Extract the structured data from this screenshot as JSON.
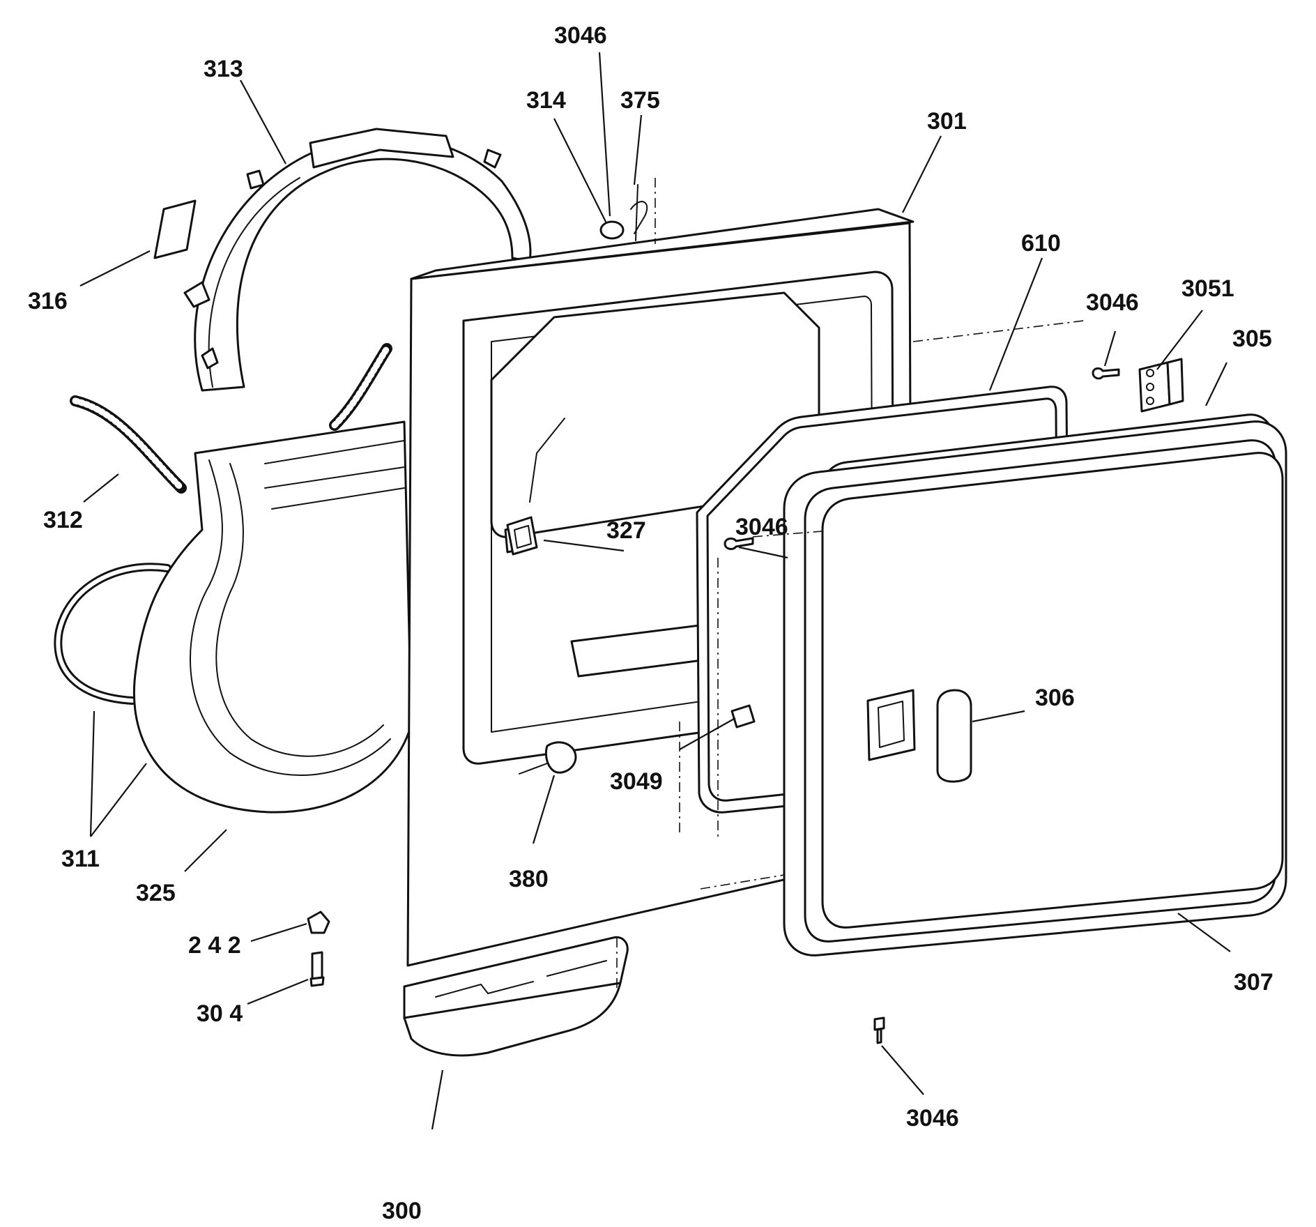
{
  "callouts": [
    {
      "id": "c3046a",
      "label": "3046"
    },
    {
      "id": "c313",
      "label": "313"
    },
    {
      "id": "c314",
      "label": "314"
    },
    {
      "id": "c375",
      "label": "375"
    },
    {
      "id": "c301",
      "label": "301"
    },
    {
      "id": "c610",
      "label": "610"
    },
    {
      "id": "c3046b",
      "label": "3046"
    },
    {
      "id": "c3051",
      "label": "3051"
    },
    {
      "id": "c305",
      "label": "305"
    },
    {
      "id": "c316",
      "label": "316"
    },
    {
      "id": "c312",
      "label": "312"
    },
    {
      "id": "c327",
      "label": "327"
    },
    {
      "id": "c3046c",
      "label": "3046"
    },
    {
      "id": "c306",
      "label": "306"
    },
    {
      "id": "c3049",
      "label": "3049"
    },
    {
      "id": "c311",
      "label": "311"
    },
    {
      "id": "c325",
      "label": "325"
    },
    {
      "id": "c380",
      "label": "380"
    },
    {
      "id": "c242",
      "label": "2 4 2"
    },
    {
      "id": "c304",
      "label": "30 4"
    },
    {
      "id": "c307",
      "label": "307"
    },
    {
      "id": "c3046d",
      "label": "3046"
    },
    {
      "id": "c300",
      "label": "300"
    }
  ]
}
